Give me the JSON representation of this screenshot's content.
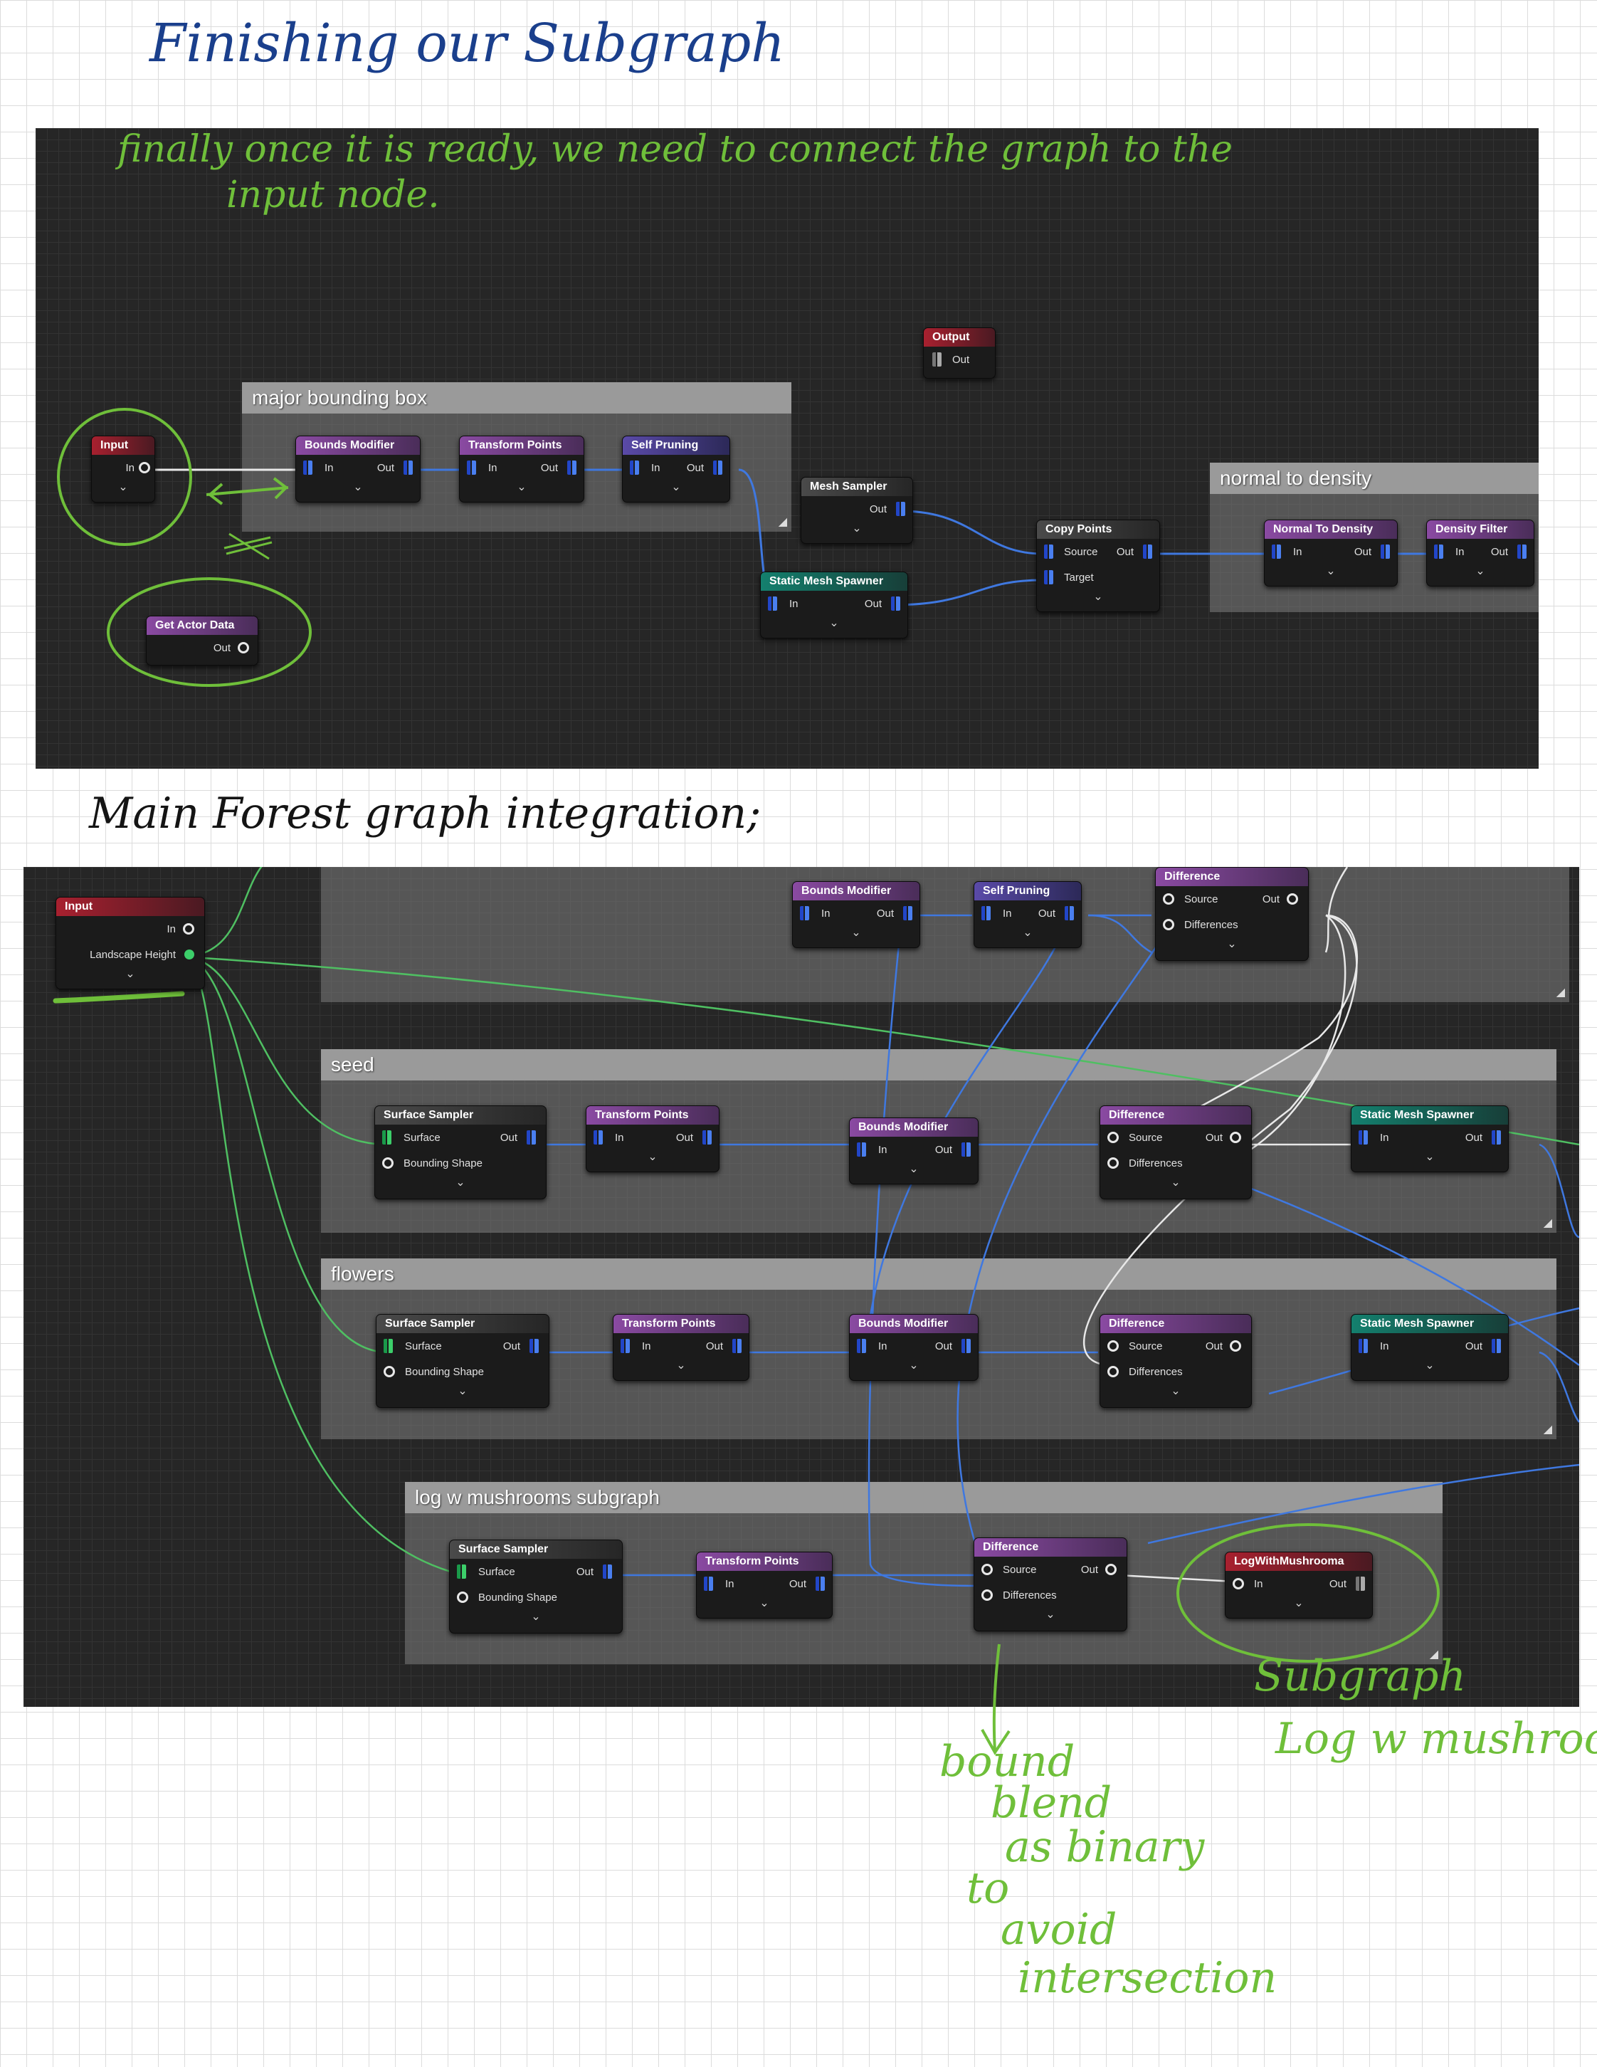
{
  "notes": {
    "title": "Finishing our Subgraph",
    "top_note_line1": "finally once it is ready, we need to connect the graph to the",
    "top_note_line2": "input node.",
    "section_heading": "Main Forest graph integration;",
    "annotation_bound": [
      "bound",
      "blend",
      "as binary",
      "to",
      "avoid",
      "intersection"
    ],
    "annotation_subgraph": [
      "Subgraph",
      "Log w mushroom"
    ]
  },
  "colors": {
    "handwriting_blue": "#1a3f8c",
    "handwriting_green": "#6fbf3a",
    "header_pink": "#8a4aa2",
    "header_red": "#a8202f",
    "header_teal": "#14806e",
    "wire_blue": "#3f78e0",
    "wire_green": "#4fbf62"
  },
  "top_graph": {
    "comments": {
      "major": "major bounding box",
      "normal": "normal to density"
    },
    "nodes": {
      "input": {
        "title": "Input",
        "in": "In"
      },
      "output": {
        "title": "Output",
        "out": "Out"
      },
      "bounds": {
        "title": "Bounds Modifier",
        "in": "In",
        "out": "Out"
      },
      "transform": {
        "title": "Transform Points",
        "in": "In",
        "out": "Out"
      },
      "self_pruning": {
        "title": "Self Pruning",
        "in": "In",
        "out": "Out"
      },
      "mesh_sampler": {
        "title": "Mesh Sampler",
        "out": "Out"
      },
      "static_spawner": {
        "title": "Static Mesh Spawner",
        "in": "In",
        "out": "Out"
      },
      "copy_points": {
        "title": "Copy Points",
        "source": "Source",
        "target": "Target",
        "out": "Out"
      },
      "normal_density": {
        "title": "Normal To Density",
        "in": "In",
        "out": "Out"
      },
      "density_filter": {
        "title": "Density Filter",
        "in": "In",
        "out": "Out"
      },
      "get_actor": {
        "title": "Get Actor Data",
        "out": "Out"
      }
    }
  },
  "bottom_graph": {
    "comments": {
      "seed": "seed",
      "flowers": "flowers",
      "log": "log w mushrooms subgraph"
    },
    "nodes": {
      "input": {
        "title": "Input",
        "in": "In",
        "landscape": "Landscape Height"
      },
      "top_bounds": {
        "title": "Bounds Modifier",
        "in": "In",
        "out": "Out"
      },
      "top_pruning": {
        "title": "Self Pruning",
        "in": "In",
        "out": "Out"
      },
      "top_diff": {
        "title": "Difference",
        "source": "Source",
        "diffs": "Differences",
        "out": "Out"
      },
      "seed_surface": {
        "title": "Surface Sampler",
        "surface": "Surface",
        "bounding": "Bounding Shape",
        "out": "Out"
      },
      "seed_transform": {
        "title": "Transform Points",
        "in": "In",
        "out": "Out"
      },
      "seed_bounds": {
        "title": "Bounds Modifier",
        "in": "In",
        "out": "Out"
      },
      "seed_diff": {
        "title": "Difference",
        "source": "Source",
        "diffs": "Differences",
        "out": "Out"
      },
      "seed_spawner": {
        "title": "Static Mesh Spawner",
        "in": "In",
        "out": "Out"
      },
      "fl_surface": {
        "title": "Surface Sampler",
        "surface": "Surface",
        "bounding": "Bounding Shape",
        "out": "Out"
      },
      "fl_transform": {
        "title": "Transform Points",
        "in": "In",
        "out": "Out"
      },
      "fl_bounds": {
        "title": "Bounds Modifier",
        "in": "In",
        "out": "Out"
      },
      "fl_diff": {
        "title": "Difference",
        "source": "Source",
        "diffs": "Differences",
        "out": "Out"
      },
      "fl_spawner": {
        "title": "Static Mesh Spawner",
        "in": "In",
        "out": "Out"
      },
      "log_surface": {
        "title": "Surface Sampler",
        "surface": "Surface",
        "bounding": "Bounding Shape",
        "out": "Out"
      },
      "log_transform": {
        "title": "Transform Points",
        "in": "In",
        "out": "Out"
      },
      "log_diff": {
        "title": "Difference",
        "source": "Source",
        "diffs": "Differences",
        "out": "Out"
      },
      "log_sub": {
        "title": "LogWithMushrooma",
        "in": "In",
        "out": "Out"
      }
    }
  }
}
